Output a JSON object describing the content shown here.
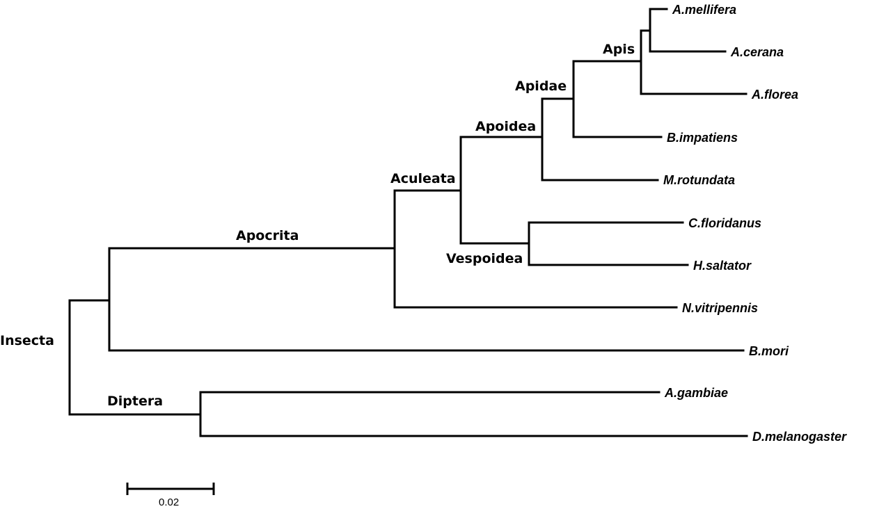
{
  "taxa": {
    "a_mellifera": "A.mellifera",
    "a_cerana": "A.cerana",
    "a_florea": "A.florea",
    "b_impatiens": "B.impatiens",
    "m_rotundata": "M.rotundata",
    "c_floridanus": "C.floridanus",
    "h_saltator": "H.saltator",
    "n_vitripennis": "N.vitripennis",
    "b_mori": "B.mori",
    "a_gambiae": "A.gambiae",
    "d_melanogaster": "D.melanogaster"
  },
  "clades": {
    "insecta": "Insecta",
    "apocrita": "Apocrita",
    "aculeata": "Aculeata",
    "apoidea": "Apoidea",
    "apidae": "Apidae",
    "apis": "Apis",
    "vespoidea": "Vespoidea",
    "diptera": "Diptera"
  },
  "scale_bar": {
    "label": "0.02"
  }
}
